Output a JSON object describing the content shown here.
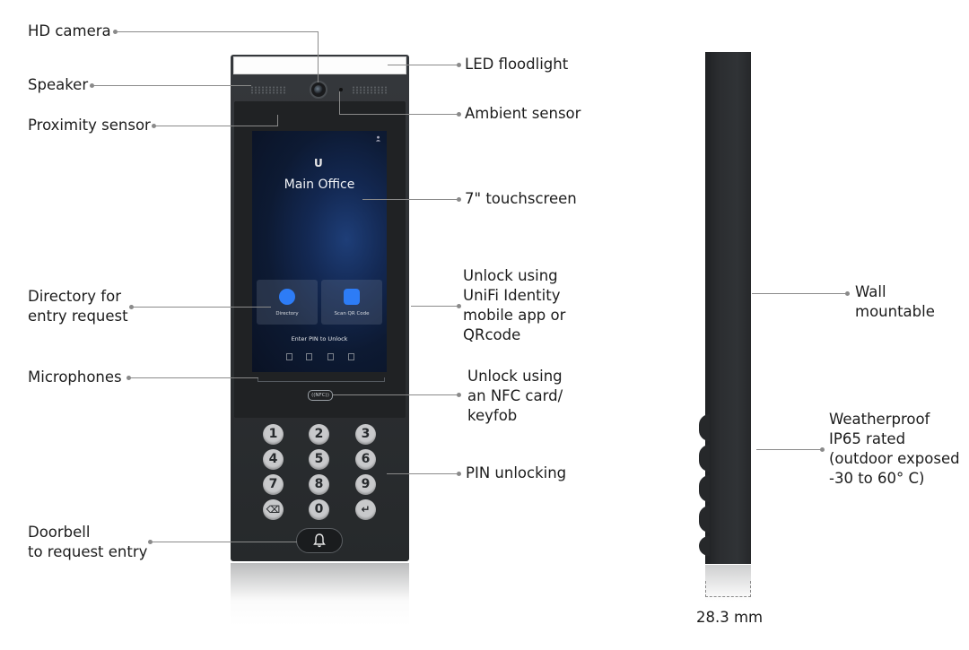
{
  "labels": {
    "hd_camera": "HD camera",
    "speaker": "Speaker",
    "proximity_sensor": "Proximity sensor",
    "directory": "Directory for\nentry request",
    "microphones": "Microphones",
    "doorbell": "Doorbell\nto request entry",
    "led_floodlight": "LED floodlight",
    "ambient_sensor": "Ambient sensor",
    "touchscreen": "7\" touchscreen",
    "unlock_app": "Unlock using\nUniFi Identity\nmobile app or\nQRcode",
    "unlock_nfc": "Unlock using\nan NFC card/\nkeyfob",
    "pin_unlocking": "PIN unlocking",
    "wall_mountable": "Wall mountable",
    "weatherproof": "Weatherproof\nIP65 rated\n(outdoor exposed\n-30 to 60° C)",
    "thickness": "28.3 mm"
  },
  "screen": {
    "logo": "U",
    "title": "Main Office",
    "tile_directory": "Directory",
    "tile_qr": "Scan QR Code",
    "pin_prompt": "Enter PIN to Unlock"
  },
  "nfc_badge": "((NFC))",
  "keypad": {
    "k1": "1",
    "k2": "2",
    "k3": "3",
    "k4": "4",
    "k5": "5",
    "k6": "6",
    "k7": "7",
    "k8": "8",
    "k9": "9",
    "backspace": "⌫",
    "k0": "0",
    "enter": "↵"
  },
  "doorbell_icon": "bell-icon",
  "colors": {
    "device_body": "#2b2e31",
    "leader_line": "#8a8a8a",
    "accent_blue": "#2d7cf6"
  }
}
